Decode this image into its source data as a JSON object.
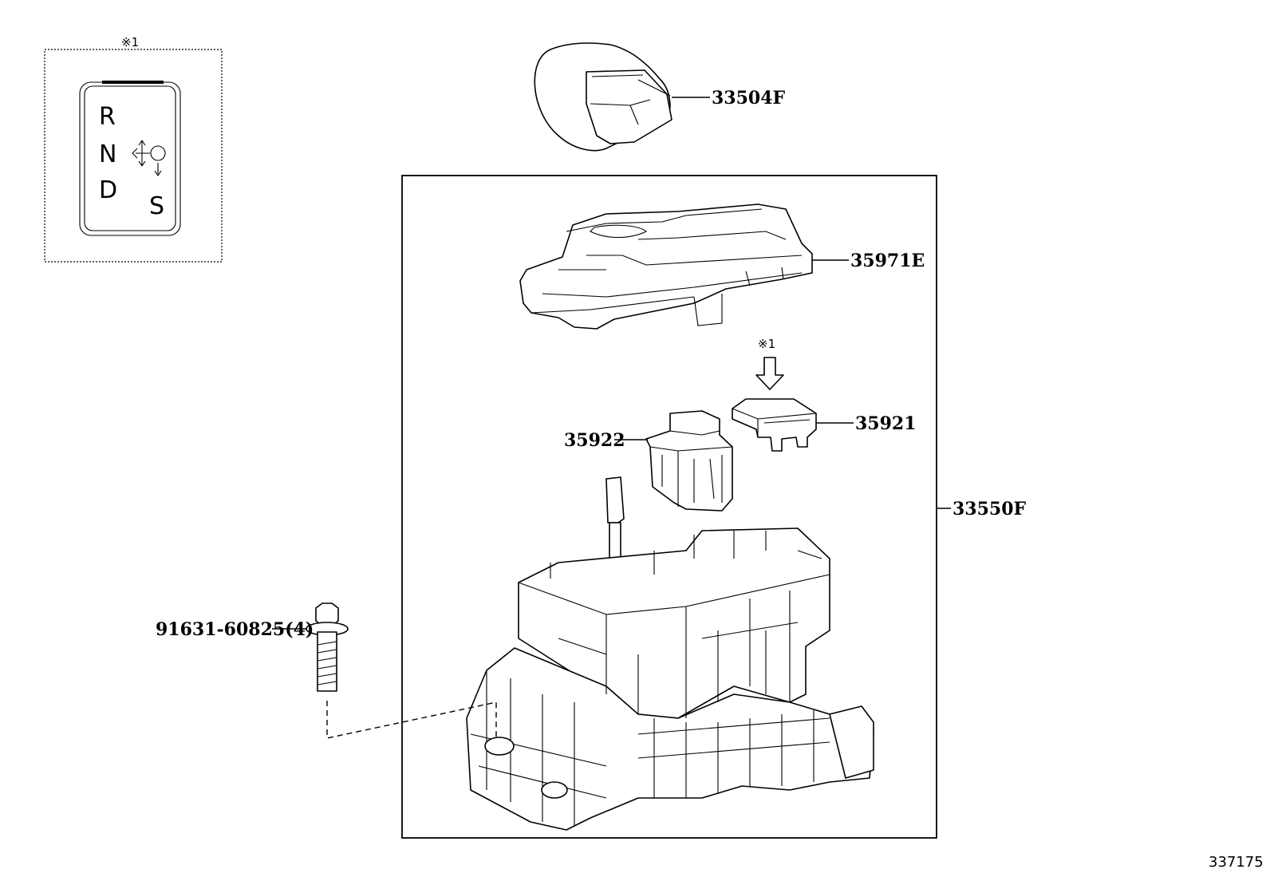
{
  "inset": {
    "marker": "※1",
    "gear_letters": [
      "R",
      "N",
      "D"
    ],
    "sport_letter": "S"
  },
  "parts": {
    "knob": "33504F",
    "bezel": "35971E",
    "switch_assy": "35921",
    "indicator": "35922",
    "shift_lever_assy": "33550F",
    "bolt": "91631-60825(4)"
  },
  "switch_marker": "※1",
  "diagram_id": "337175"
}
